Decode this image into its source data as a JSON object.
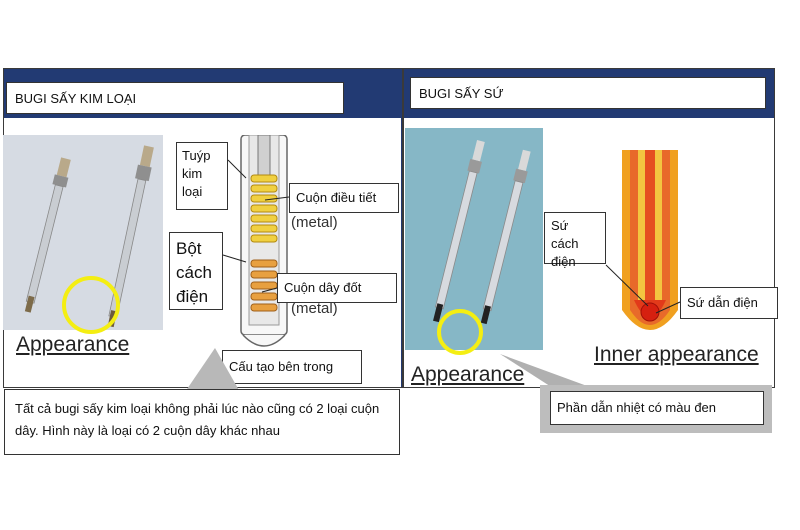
{
  "left_panel": {
    "title": "BUGI SẤY KIM LOẠI",
    "appearance_label": "Appearance",
    "callouts": {
      "tube": "Tuýp kim loại",
      "regulating_coil": "Cuộn điều tiết",
      "powder": "Bột cách điện",
      "heating_coil": "Cuộn dây đốt",
      "metal_1": "(metal)",
      "metal_2": "(metal)",
      "structure": "Cấu tạo bên trong"
    },
    "note": "Tất cả bugi sấy kim loại không phải lúc nào cũng có 2 loại cuộn dây. Hình này là loại có 2 cuộn dây khác nhau"
  },
  "right_panel": {
    "title": "BUGI SẤY SỨ",
    "appearance_label": "Appearance",
    "inner_label": "Inner appearance",
    "callouts": {
      "insulating_ceramic": "Sứ cách điện",
      "conducting_ceramic": "Sứ dẫn điện",
      "black_part": "Phần dẫn nhiệt có màu đen"
    }
  },
  "colors": {
    "header_bar": "#223a73",
    "highlight_ring": "#f4ee12",
    "coil": "#f0d040"
  }
}
